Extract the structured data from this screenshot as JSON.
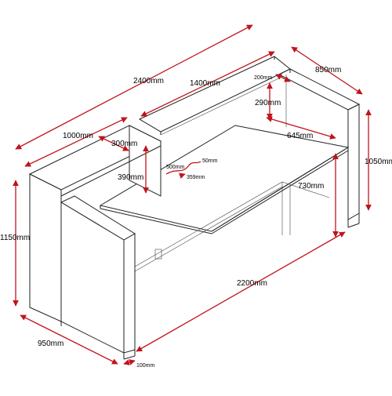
{
  "dimensions": {
    "total_length": "2400mm",
    "top_shelf_length": "1400mm",
    "left_section_length": "1000mm",
    "depth": "850mm",
    "shelf_depth": "200mm",
    "upper_step_height": "290mm",
    "block_width": "300mm",
    "block_height": "390mm",
    "cable_width": "500mm",
    "cable_offset": "50mm",
    "cable_length": "359mm",
    "desk_depth": "645mm",
    "right_height": "1050mm",
    "desk_height": "730mm",
    "front_height": "1150mm",
    "desk_length": "2200mm",
    "left_depth": "950mm",
    "plinth": "100mm"
  },
  "colors": {
    "dimension_line": "#c0141c",
    "outline": "#222222"
  }
}
